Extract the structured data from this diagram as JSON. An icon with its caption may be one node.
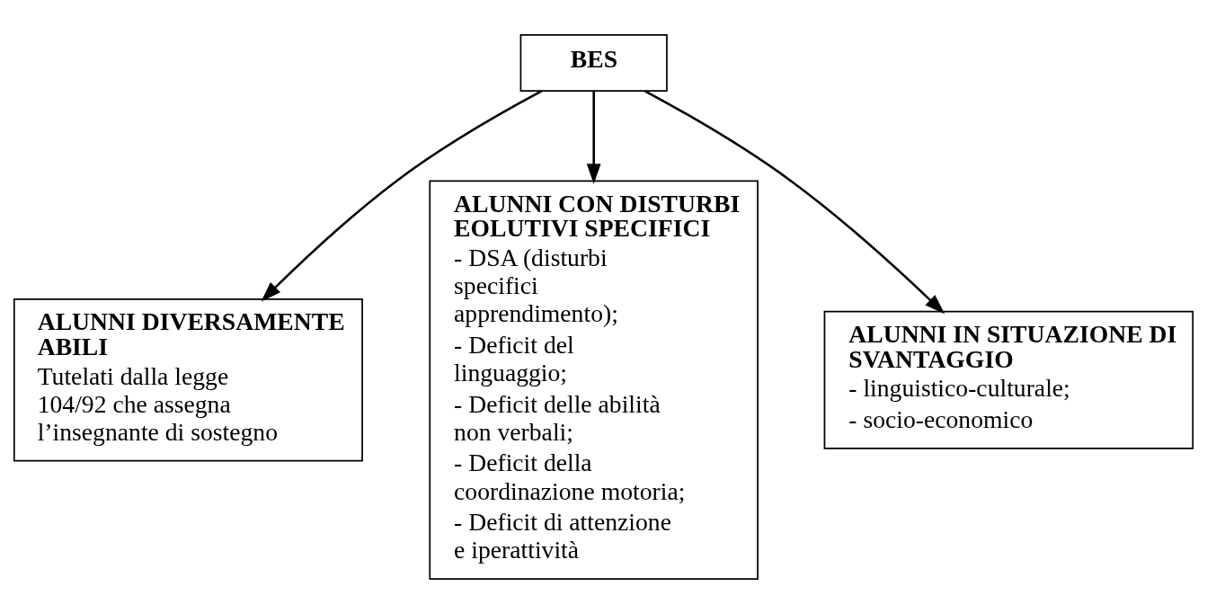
{
  "diagram": {
    "nodes": [
      {
        "text": [
          "BES"
        ]
      },
      {
        "text": [
          "ALUNNI DIVERSAMENTE ABILI",
          "Tutelati dalla legge 104/92 che assegna l’insegnante di sostegno"
        ]
      },
      {
        "text": [
          "ALUNNI CON DISTURBI EOLUTIVI SPECIFICI",
          "- DSA (disturbi specifici apprendimento);",
          "- Deficit del linguaggio;",
          "- Deficit delle abilità non verbali;",
          "- Deficit della coordinazione motoria;",
          "- Deficit di attenzione e iperattività"
        ]
      },
      {
        "text": [
          "ALUNNI IN SITUAZIONE DI SVANTAGGIO",
          "- linguistico-culturale;",
          "- socio-economico"
        ]
      }
    ],
    "edges": [
      {
        "from": 0,
        "to": 1,
        "arrow": "to"
      },
      {
        "from": 0,
        "to": 2,
        "arrow": "to"
      },
      {
        "from": 0,
        "to": 3,
        "arrow": "to"
      }
    ]
  }
}
